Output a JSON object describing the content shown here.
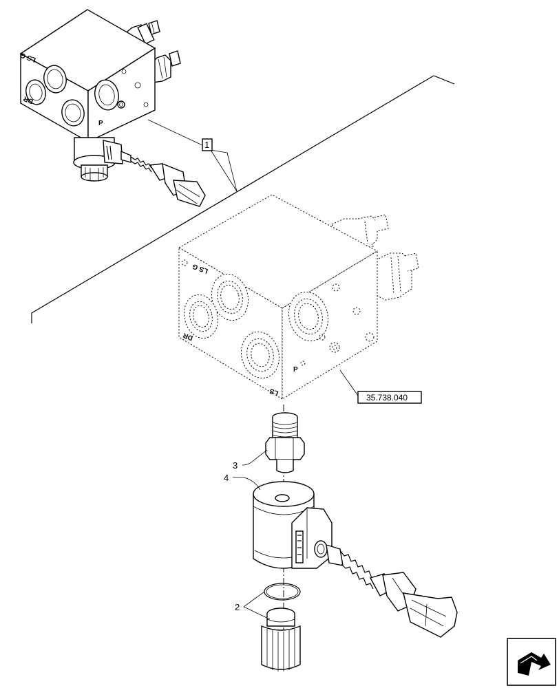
{
  "callouts": {
    "assembly": "1",
    "o_ring_and_plug": "2",
    "valve_cartridge": "3",
    "solenoid_coil": "4"
  },
  "reference_box": "35.738.040",
  "face_markings": {
    "port_dr": "DR",
    "port_ls_g": "LS G",
    "port_p": "P",
    "port_ls": "LS"
  },
  "nav_icon": "bent-arrow-icon"
}
